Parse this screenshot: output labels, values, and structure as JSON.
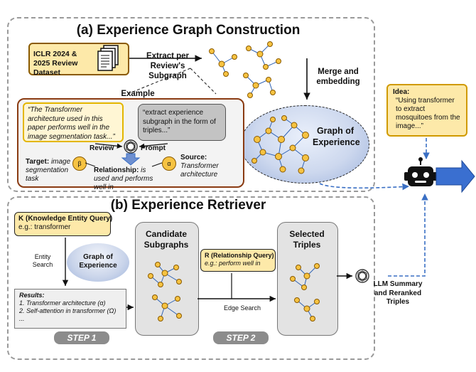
{
  "section_a": {
    "title": "(a) Experience Graph Construction",
    "dataset": "ICLR 2024 & 2025 Review Dataset",
    "extract_label": "Extract per Review's Subgraph",
    "merge_label": "Merge and embedding",
    "example_label": "Example",
    "review_quote": "“The Transformer architecture  used in this paper performs  well in the image segmentation task...”",
    "prompt_quote": "“extract experience subgraph in the form of triples...”",
    "review_label": "Review",
    "prompt_label": "Prompt",
    "target_label": "Target:",
    "target_value": "image segmentation task",
    "relationship_label": "Relationship:",
    "relationship_value": "is used and performs well in",
    "source_label": "Source:",
    "source_value": "Transformer architecture",
    "beta": "β",
    "alpha": "α",
    "graph_label": "Graph of Experience"
  },
  "idea": {
    "label": "Idea:",
    "text": "“Using transformer to extract mosquitoes from the image...”"
  },
  "section_b": {
    "title": "(b) Experience Retriever",
    "k_label": "K (Knowledge Entity Query)",
    "k_example": "e.g.: transformer",
    "entity_search": "Entity Search",
    "graph_label": "Graph of Experience",
    "results_label": "Results:",
    "results": [
      "1. Transformer architecture (α)",
      "2. Self-attention in transformer (Ω)",
      "..."
    ],
    "candidate_title": "Candidate Subgraphs",
    "r_label": "R (Relationship Query)",
    "r_example": "e.g.: perform well in",
    "edge_search": "Edge Search",
    "selected_title": "Selected Triples",
    "step1": "STEP 1",
    "step2": "STEP 2",
    "llm_label": "LLM Summary and Reranked Triples"
  },
  "colors": {
    "node": "#f6c342",
    "edge": "#2f63b5",
    "dashed_arrow": "#3a6fc4",
    "big_arrow": "#3a6fd0",
    "yellow_box": "#fde9a9",
    "panel_border": "#9a9a9a"
  },
  "icons": [
    "document-stack-icon",
    "openai-logo-icon",
    "robot-icon",
    "graph-icon"
  ]
}
